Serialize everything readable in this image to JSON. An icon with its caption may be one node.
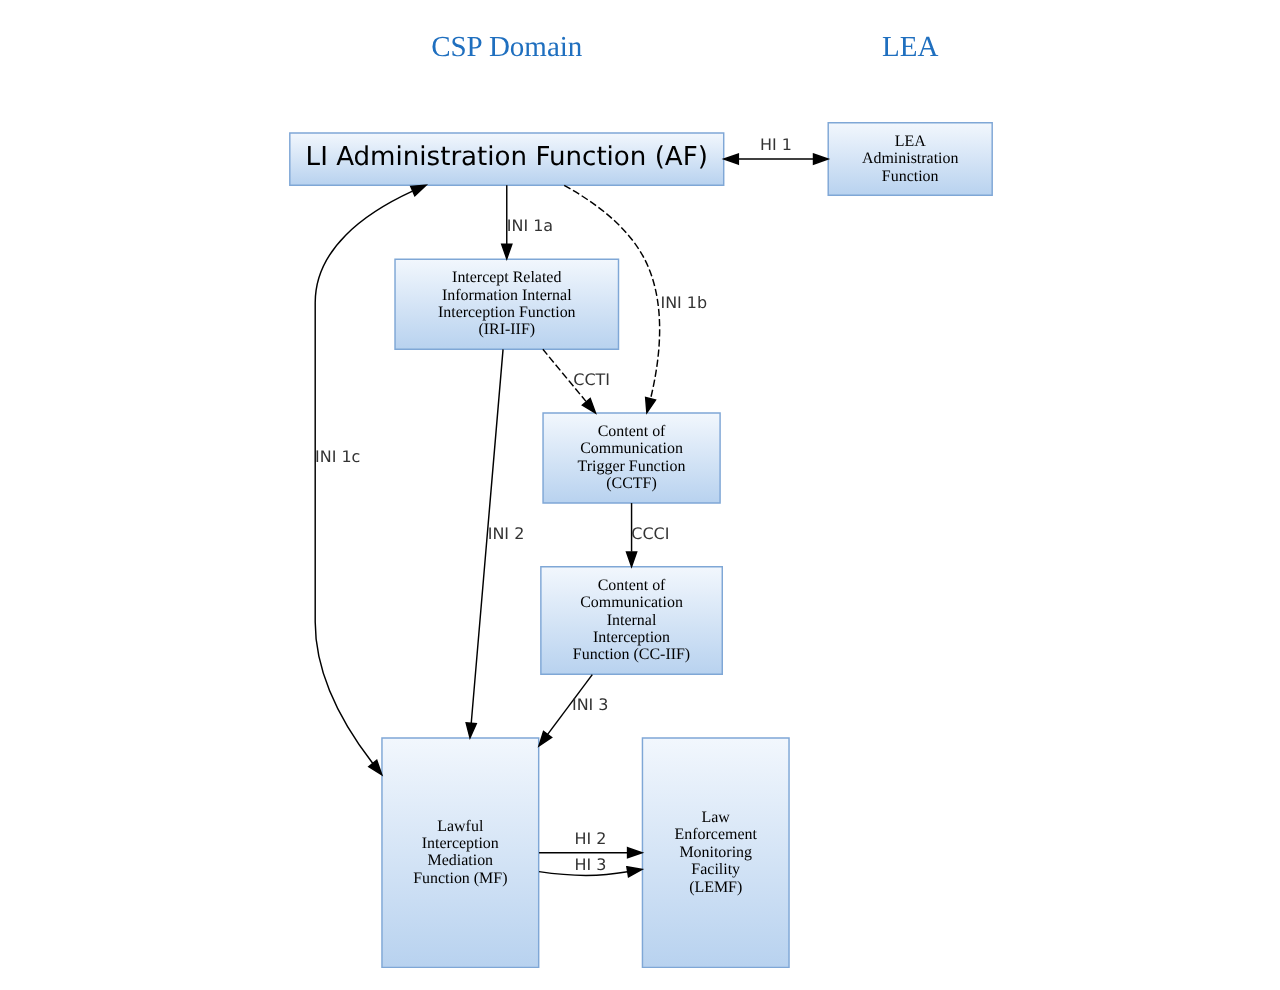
{
  "diagram": {
    "nodes": [
      {
        "text": [
          "LI Administration Function (AF)"
        ]
      },
      {
        "text": [
          "LEA Administration Function"
        ]
      },
      {
        "text": [
          "Intercept Related Information Internal Interception Function (IRI-IIF)"
        ]
      },
      {
        "text": [
          "Lawful Interception Mediation Function (MF)"
        ]
      },
      {
        "text": [
          "Content of Communication Trigger Function (CCTF)"
        ]
      },
      {
        "text": [
          "Law Enforcement Monitoring Facility (LEMF)"
        ]
      },
      {
        "text": [
          "Content of Communication Internal Interception Function (CC-IIF)"
        ]
      }
    ],
    "edges": [
      {
        "from": 0,
        "to": 1,
        "arrow": "both",
        "label": "HI 1"
      },
      {
        "from": 0,
        "to": 4,
        "arrow": "to",
        "label": "INI 1b",
        "style": "dashed"
      },
      {
        "from": 0,
        "to": 2,
        "arrow": "to",
        "label": "INI 1a"
      },
      {
        "from": 0,
        "to": 3,
        "arrow": "both",
        "label": "INI 1c"
      },
      {
        "from": 2,
        "to": 3,
        "arrow": "to",
        "label": "INI 2"
      },
      {
        "from": 2,
        "to": 4,
        "arrow": "to",
        "label": "CCTI",
        "style": "dashed"
      },
      {
        "from": 4,
        "to": 6,
        "arrow": "to",
        "label": "CCCI"
      },
      {
        "from": 6,
        "to": 3,
        "arrow": "to",
        "label": "INI 3"
      },
      {
        "from": 3,
        "to": 5,
        "arrow": "to",
        "label": "HI 2"
      },
      {
        "from": 3,
        "to": 5,
        "arrow": "to",
        "label": "HI 3"
      }
    ],
    "labels": [
      "CSP Domain",
      "LEA"
    ]
  }
}
